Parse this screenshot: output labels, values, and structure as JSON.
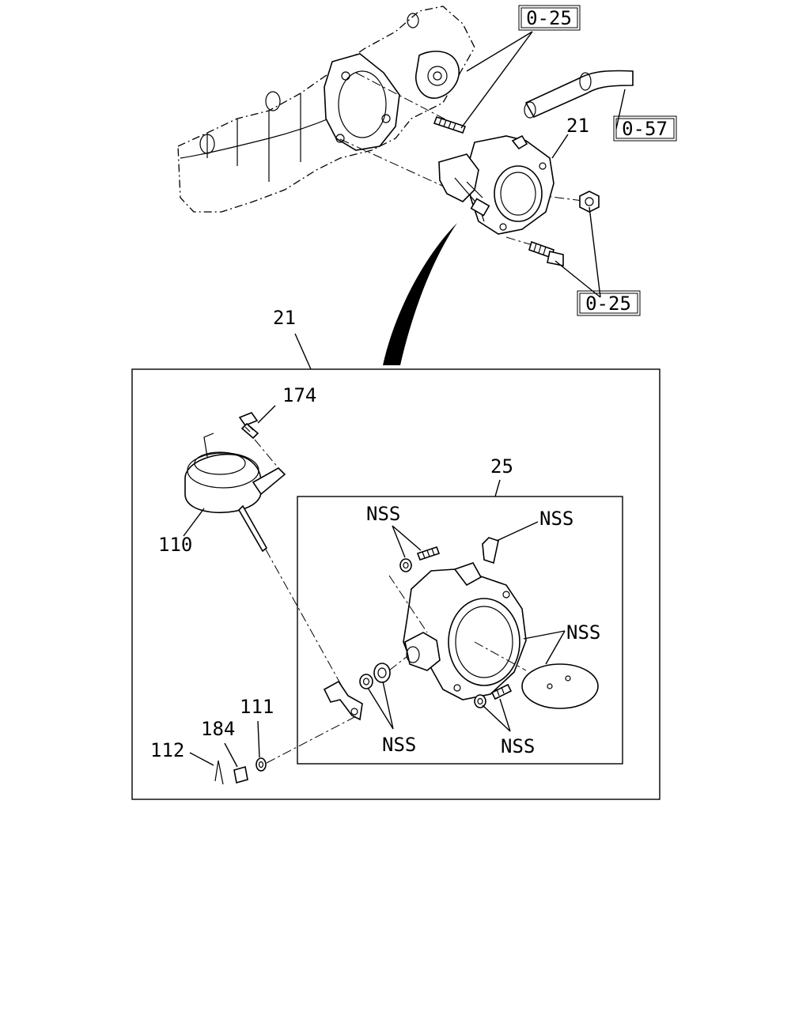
{
  "callouts": {
    "ref_top_1": "0-25",
    "ref_pipe": "0-57",
    "ref_top_2": "0-25",
    "part_21_top": "21",
    "part_21_frame": "21",
    "part_174": "174",
    "part_25": "25",
    "part_110": "110",
    "part_111": "111",
    "part_184": "184",
    "part_112": "112",
    "nss_a": "NSS",
    "nss_b": "NSS",
    "nss_c": "NSS",
    "nss_d": "NSS",
    "nss_e": "NSS"
  }
}
